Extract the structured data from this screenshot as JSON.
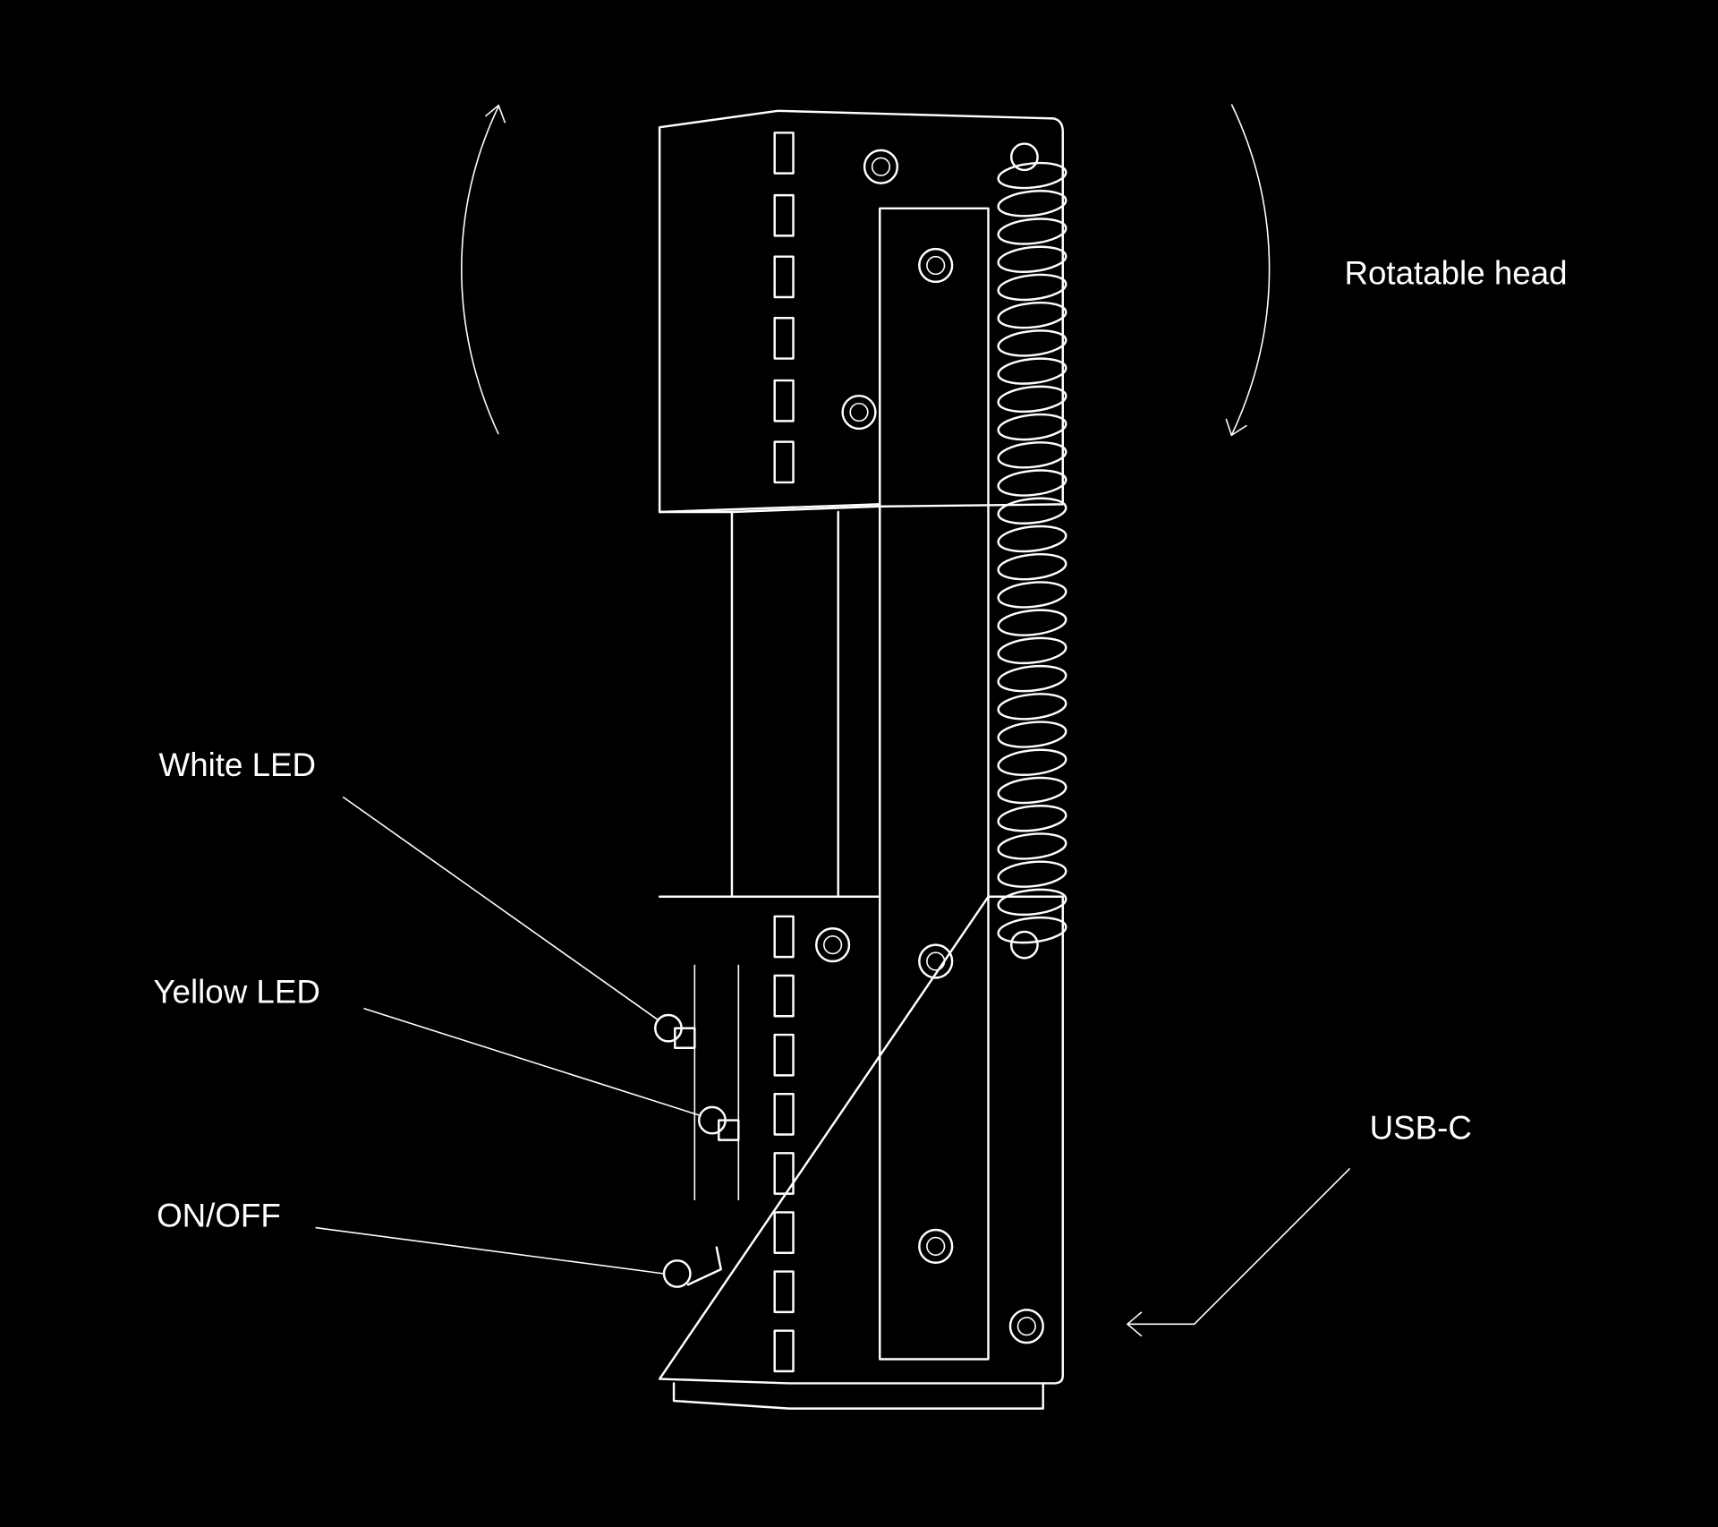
{
  "labels": {
    "rotatable_head": "Rotatable head",
    "white_led": "White LED",
    "yellow_led": "Yellow LED",
    "on_off": "ON/OFF",
    "usb_c": "USB-C"
  },
  "colors": {
    "background": "#000000",
    "line": "#ffffff"
  }
}
